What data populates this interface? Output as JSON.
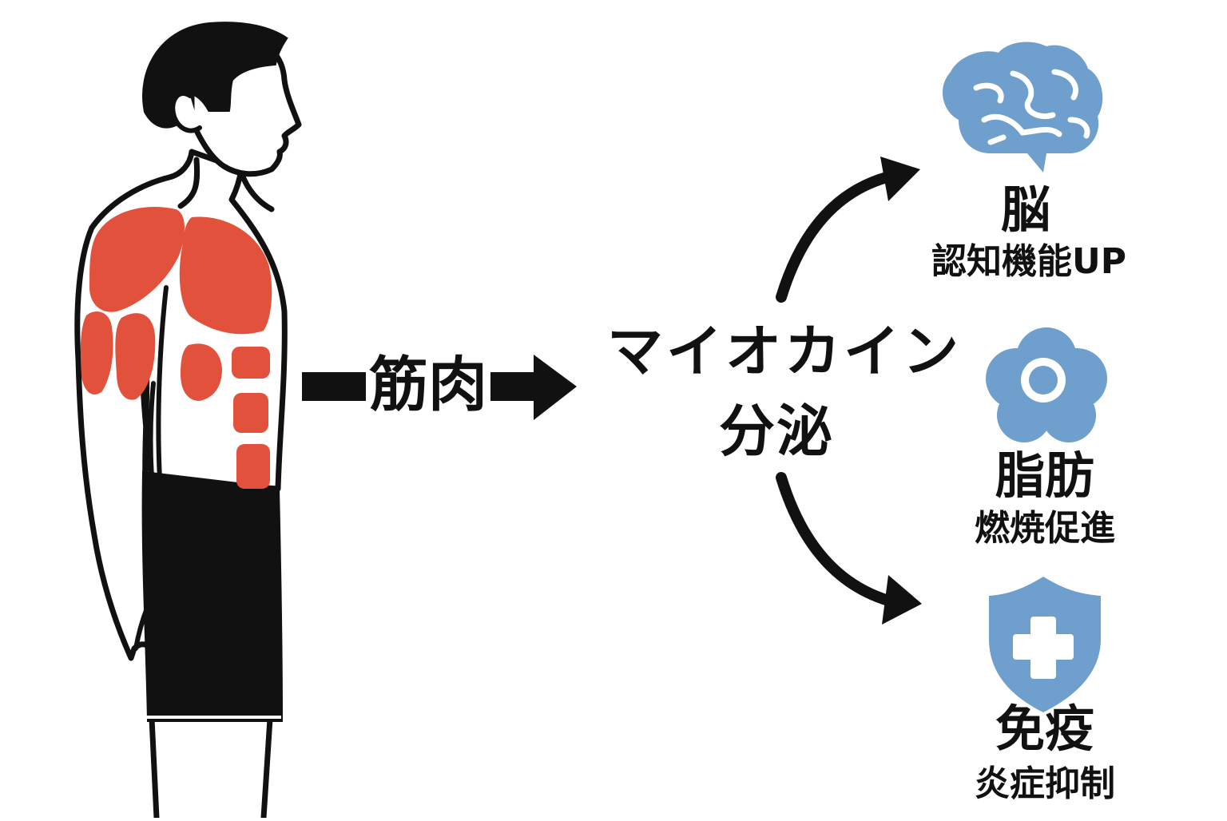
{
  "input": {
    "label": "筋肉"
  },
  "process": {
    "line1": "マイオカイン",
    "line2": "分泌"
  },
  "effects": [
    {
      "title": "脳",
      "subtitle": "認知機能UP",
      "icon": "brain-icon"
    },
    {
      "title": "脂肪",
      "subtitle": "燃焼促進",
      "icon": "fat-cell-icon"
    },
    {
      "title": "免疫",
      "subtitle": "炎症抑制",
      "icon": "shield-cross-icon"
    }
  ],
  "colors": {
    "muscle": "#e2513b",
    "icon": "#6f9fcc",
    "ink": "#111111"
  }
}
